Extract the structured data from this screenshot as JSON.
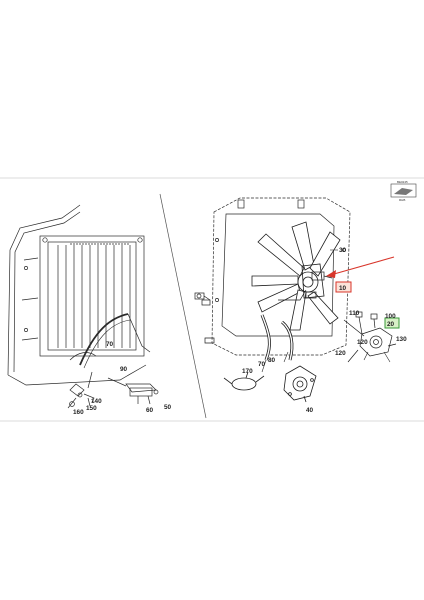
{
  "corner_ref": "BE0245",
  "thumbnail_caption": "RHB",
  "callouts": {
    "c10": "10",
    "c20": "20",
    "c30": "30",
    "c40": "40",
    "c50": "50",
    "c60": "60",
    "c70a": "70",
    "c70b": "70",
    "c80": "80",
    "c90": "90",
    "c100": "100",
    "c110": "110",
    "c120a": "120",
    "c120b": "120",
    "c130": "130",
    "c140": "140",
    "c150": "150",
    "c160": "160",
    "c170": "170"
  },
  "colors": {
    "highlight_red": "#d8352a",
    "highlight_green": "#3a9a3a",
    "pointer_arrow": "#d8352a",
    "line": "#2a2a2a",
    "frame_rule": "#cfcfcf"
  }
}
